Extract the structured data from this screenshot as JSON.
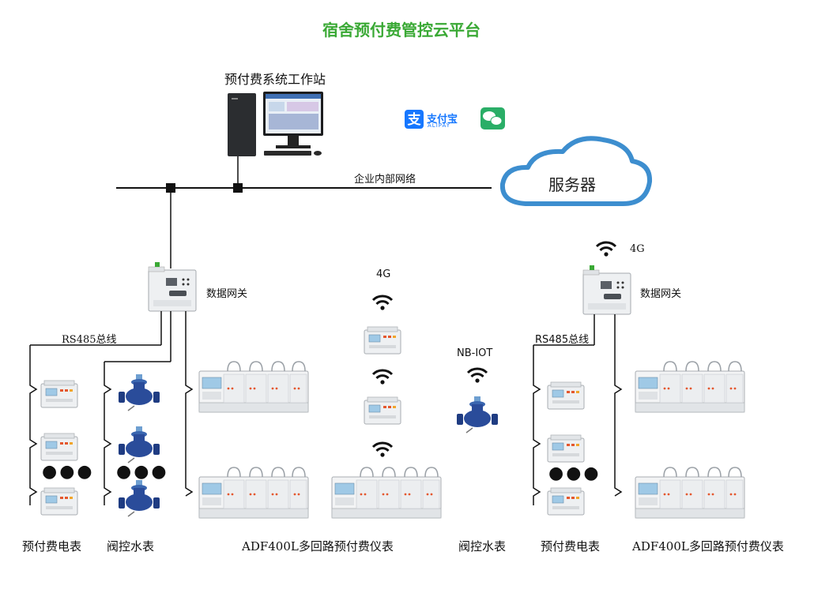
{
  "title": "宿舍预付费管控云平台",
  "workstation_label": "预付费系统工作站",
  "network_label": "企业内部网络",
  "server_label": "服务器",
  "alipay": {
    "brand_cn": "支付宝",
    "brand_en": "ALIPAY"
  },
  "gateway_left_label": "数据网关",
  "gateway_right_label": "数据网关",
  "rs485_left_label": "RS485总线",
  "rs485_right_label": "RS485总线",
  "label_4g_middle": "4G",
  "label_4g_right": "4G",
  "nbiot_label": "NB-IOT",
  "ellipsis": "●●●",
  "bottom_labels": {
    "prepaid_meter_left": "预付费电表",
    "valve_water_left": "阀控水表",
    "adf_left": "ADF400L多回路预付费仪表",
    "valve_water_mid": "阀控水表",
    "prepaid_meter_right": "预付费电表",
    "adf_right": "ADF400L多回路预付费仪表"
  },
  "colors": {
    "title_green": "#3aa935",
    "alipay_blue": "#1677ff",
    "wechat_green": "#2aae67",
    "cloud_stroke": "#3d8ecf",
    "valve_blue": "#2a4c9a"
  }
}
